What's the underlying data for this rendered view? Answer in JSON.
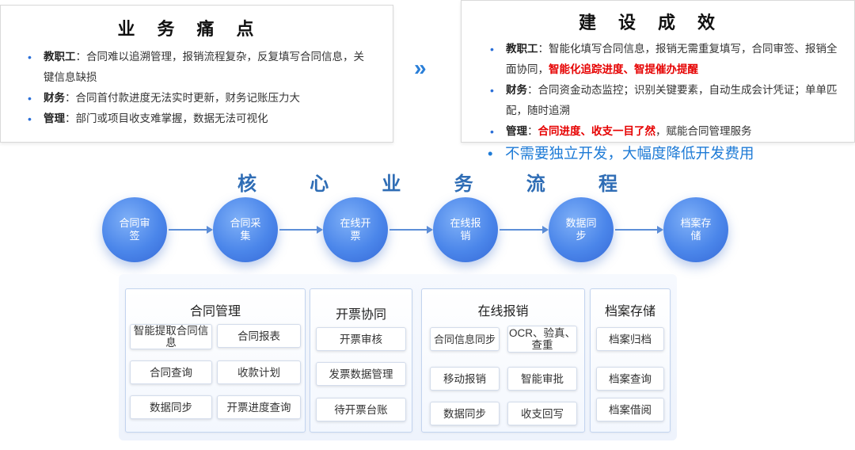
{
  "pain_points": {
    "title": "业务痛点",
    "items": [
      {
        "label": "教职工",
        "text": "：合同难以追溯管理，报销流程复杂，反复填写合同信息，关键信息缺损"
      },
      {
        "label": "财务",
        "text": "：合同首付款进度无法实时更新，财务记账压力大"
      },
      {
        "label": "管理",
        "text": "：部门或项目收支难掌握，数据无法可视化"
      }
    ]
  },
  "arrow_glyph": "»",
  "results": {
    "title": "建设成效",
    "items": [
      {
        "label": "教职工",
        "text": "：智能化填写合同信息，报销无需重复填写，合同审签、报销全面协同，",
        "highlight": "智能化追踪进度、智提催办提醒",
        "tail": ""
      },
      {
        "label": "财务",
        "text": "：合同资金动态监控；识别关键要素，自动生成会计凭证；单单匹配，随时追溯",
        "highlight": "",
        "tail": ""
      },
      {
        "label": "管理",
        "text": "：",
        "highlight": "合同进度、收支一目了然",
        "tail": "，赋能合同管理服务"
      }
    ],
    "highlight_line": "不需要独立开发，大幅度降低开发费用"
  },
  "core_flow": {
    "title_chars": [
      "核",
      "心",
      "业",
      "务",
      "流",
      "程"
    ],
    "steps": [
      "合同审签",
      "合同采集",
      "在线开票",
      "在线报销",
      "数据同步",
      "档案存储"
    ]
  },
  "modules": {
    "contract": {
      "title": "合同管理",
      "items": [
        "智能提取合同信息",
        "合同报表",
        "合同查询",
        "收款计划",
        "数据同步",
        "开票进度查询"
      ]
    },
    "invoice": {
      "title": "开票协同",
      "items": [
        "开票审核",
        "发票数据管理",
        "待开票台账"
      ]
    },
    "reimburse": {
      "title": "在线报销",
      "items": [
        "合同信息同步",
        "OCR、验真、查重",
        "移动报销",
        "智能审批",
        "数据同步",
        "收支回写"
      ]
    },
    "archive": {
      "title": "档案存储",
      "items": [
        "档案归档",
        "档案查询",
        "档案借阅"
      ]
    }
  },
  "colors": {
    "accent": "#2a6fd8",
    "highlight_red": "#e60000",
    "circle_blue": "#4b86ea"
  }
}
